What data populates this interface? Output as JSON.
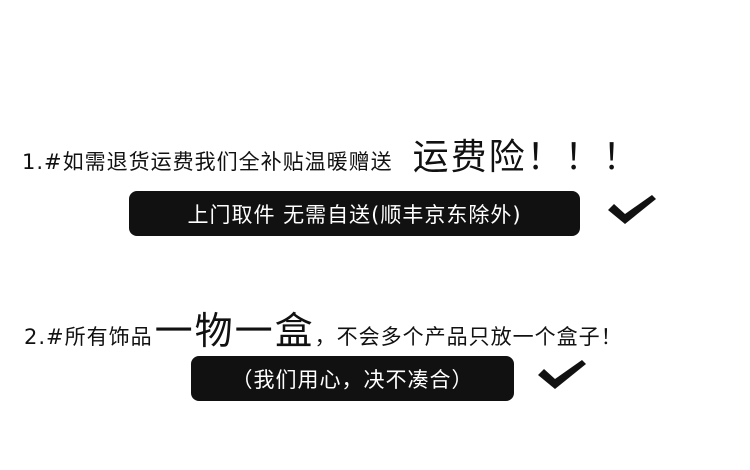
{
  "item1": {
    "text": "1.#如需退货运费我们全补贴温暖赠送",
    "emphasis": "运费险！！！",
    "pill": "上门取件 无需自送(顺丰京东除外)"
  },
  "item2": {
    "text_before": "2.#所有饰品",
    "emphasis": "一物一盒",
    "text_after": "，不会多个产品只放一个盒子！",
    "pill": "（我们用心，决不凑合）"
  },
  "colors": {
    "text": "#111111",
    "pill_bg": "#111111",
    "pill_text": "#ffffff",
    "background": "#ffffff"
  },
  "icons": {
    "check": "checkmark-icon"
  }
}
